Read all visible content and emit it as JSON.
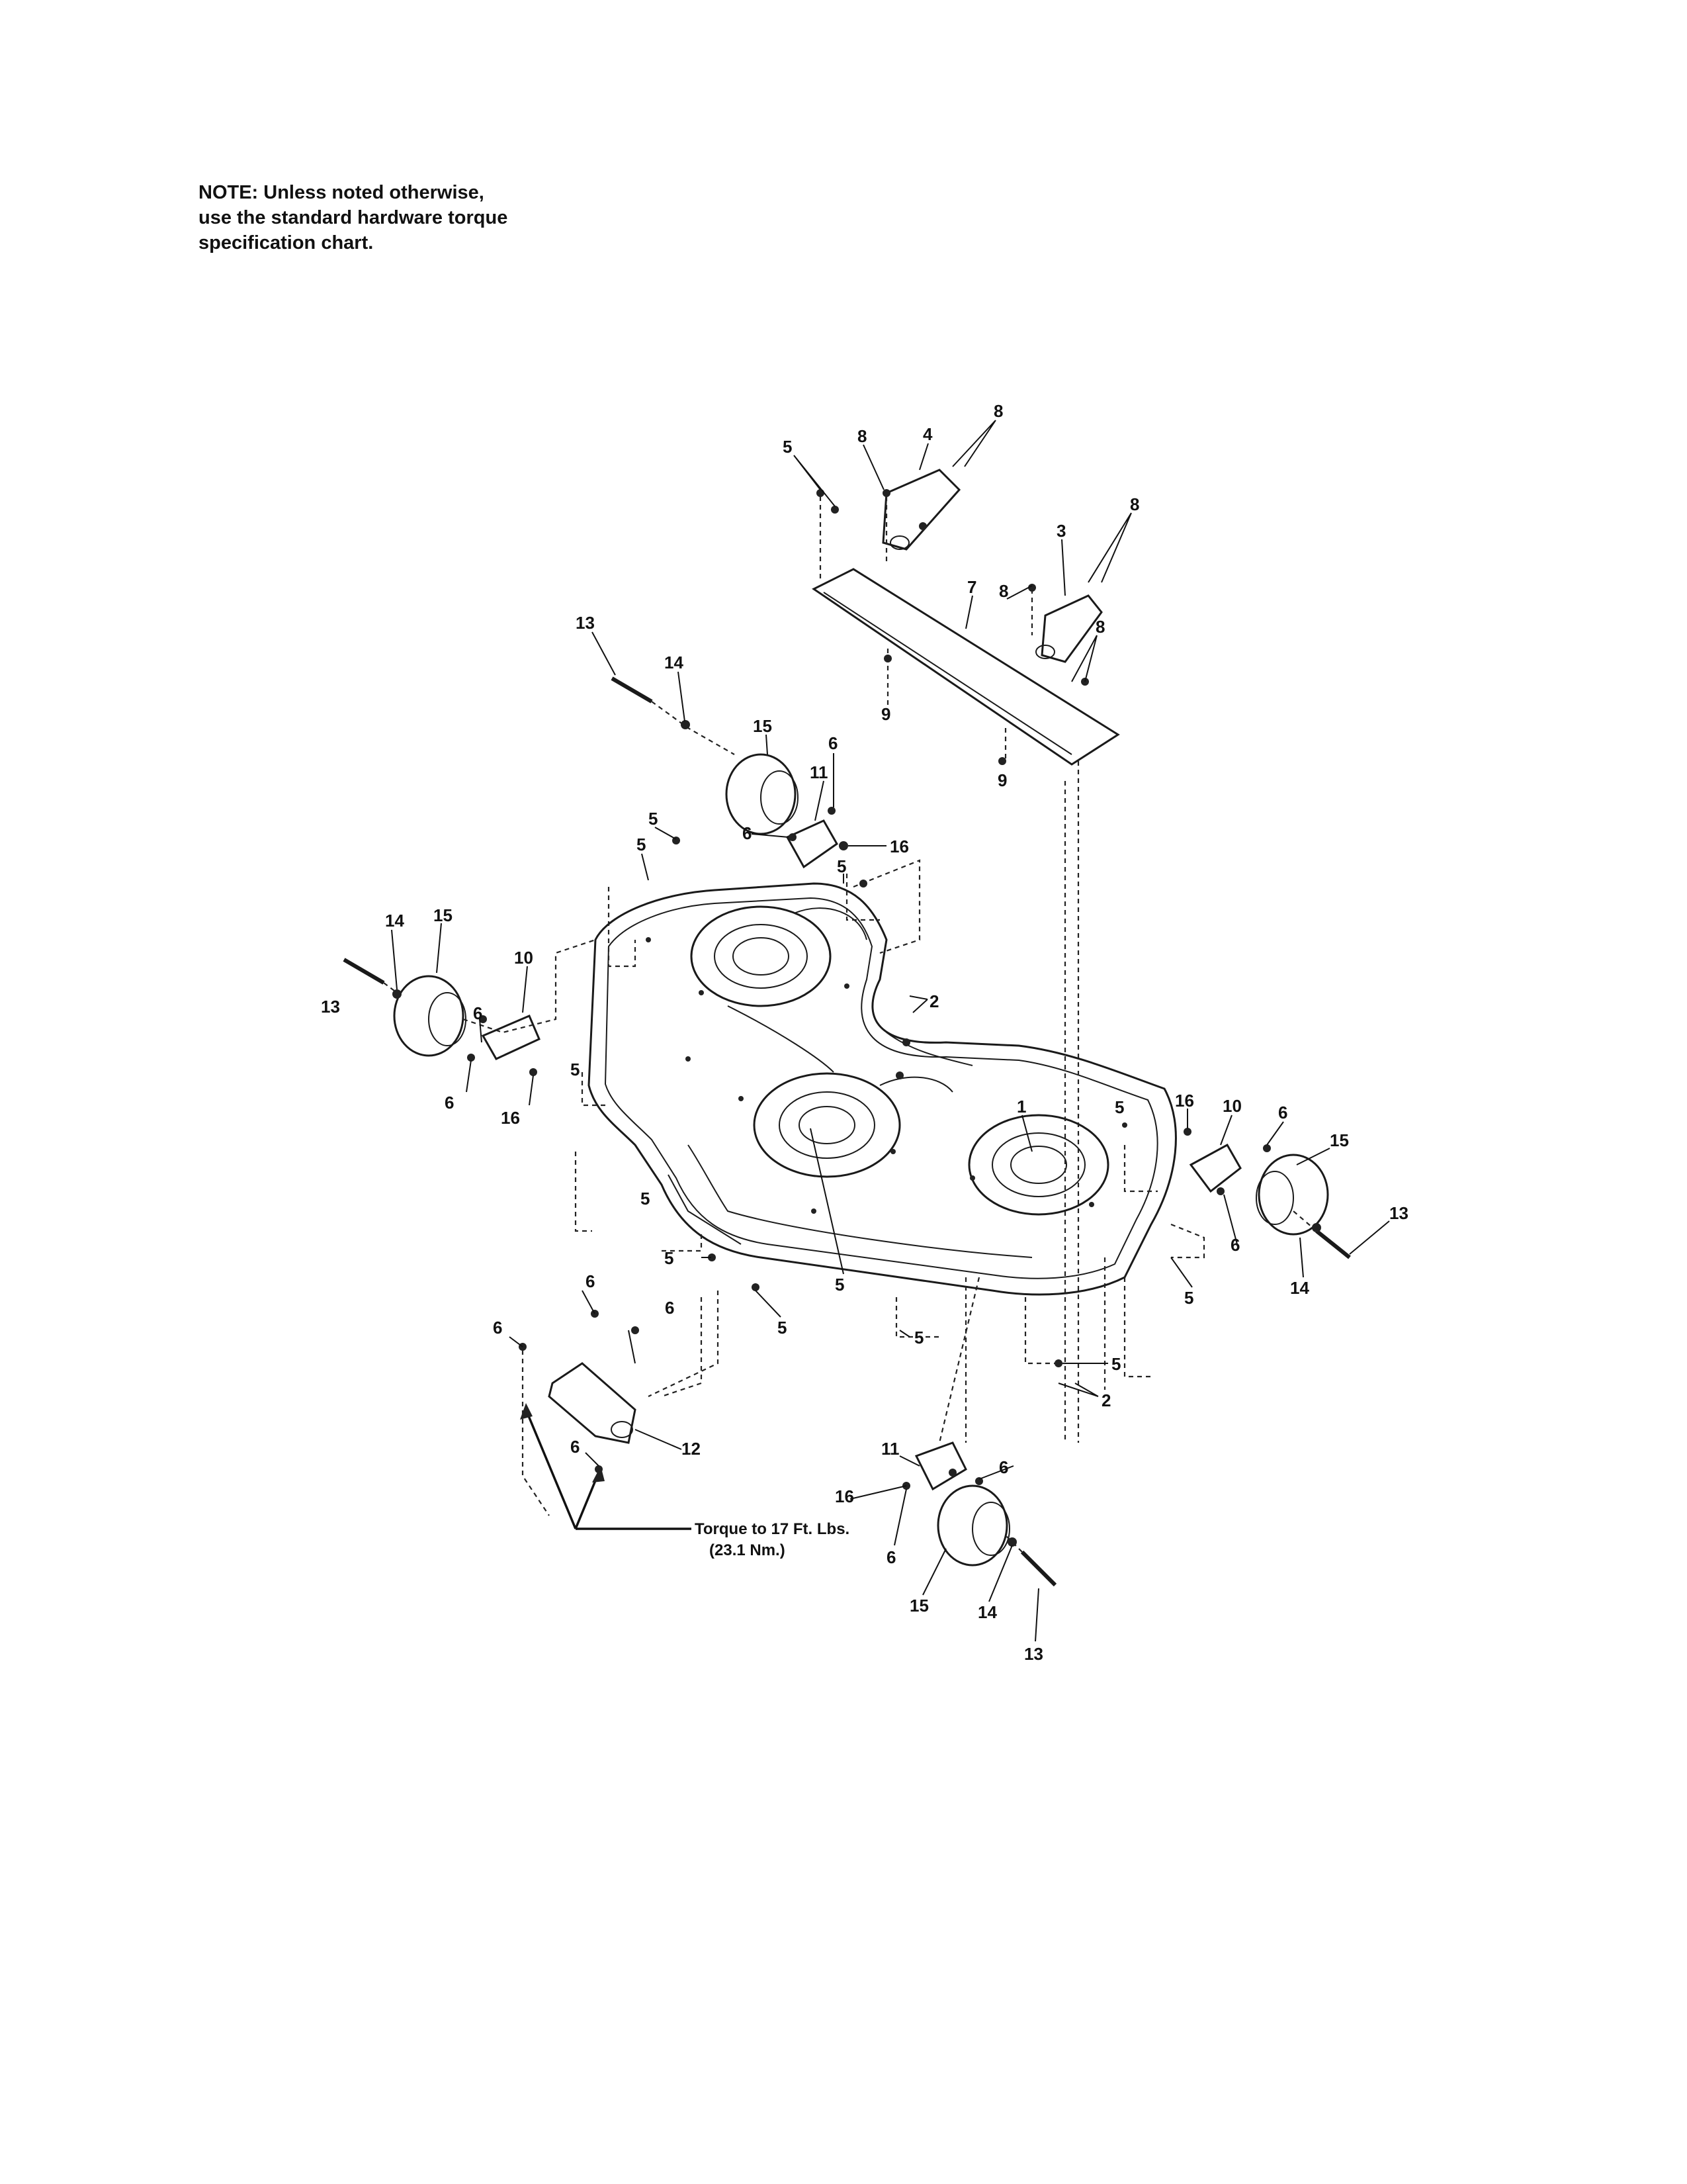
{
  "note": {
    "lines": [
      "NOTE: Unless noted otherwise,",
      "use the standard hardware torque",
      "specification chart."
    ]
  },
  "torque_note": {
    "line1": "Torque to 17 Ft. Lbs.",
    "line2": "(23.1 Nm.)"
  },
  "callouts": [
    "1",
    "2",
    "3",
    "4",
    "5",
    "6",
    "7",
    "8",
    "9",
    "10",
    "11",
    "12",
    "13",
    "14",
    "15",
    "16"
  ]
}
